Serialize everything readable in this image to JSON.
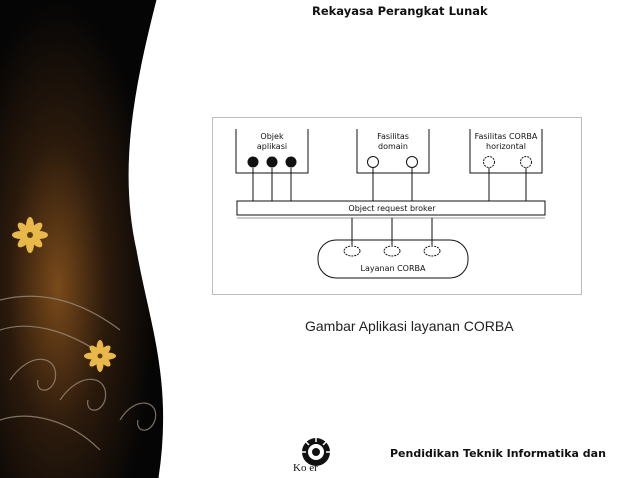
{
  "header": {
    "title": "Rekayasa Perangkat Lunak"
  },
  "diagram": {
    "nodes": {
      "objek": {
        "line1": "Objek",
        "line2": "aplikasi"
      },
      "domain": {
        "line1": "Fasilitas",
        "line2": "domain"
      },
      "horizontal": {
        "line1": "Fasilitas CORBA",
        "line2": "horizontal"
      },
      "orb": "Object request broker",
      "layanan": "Layanan CORBA"
    }
  },
  "caption": "Gambar Aplikasi layanan CORBA",
  "footer": {
    "text": "Pendidikan Teknik Informatika dan",
    "logo_text": "Ko   er"
  },
  "colors": {
    "panel": "#0b0b0b",
    "accent": "#e8b84a",
    "ink": "#111111"
  }
}
